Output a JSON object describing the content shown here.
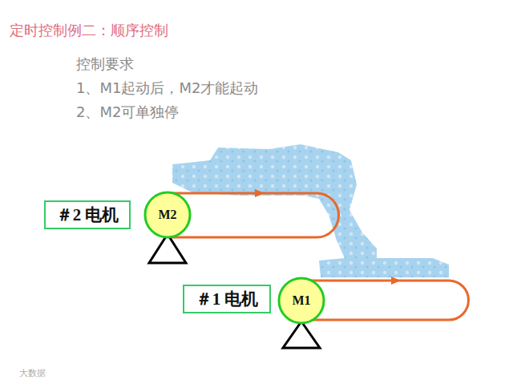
{
  "diagram": {
    "title": "定时控制例二：顺序控制",
    "nodes": [
      {
        "text": [
          "＃2 电机"
        ]
      },
      {
        "text": [
          "M2"
        ]
      },
      {
        "text": [
          "＃1 电机"
        ]
      },
      {
        "text": [
          "M1"
        ]
      }
    ],
    "labels": [
      "控制要求",
      "1、M1起动后，M2才能起动",
      "2、M2可单独停",
      "大数据"
    ]
  }
}
